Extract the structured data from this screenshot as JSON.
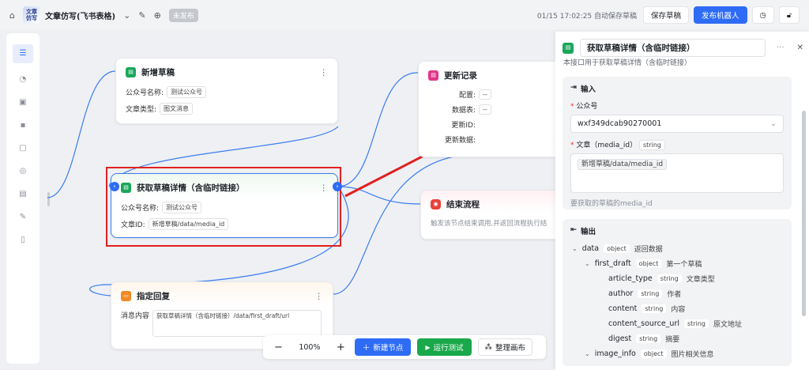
{
  "header": {
    "logo_text": "文章仿写",
    "title": "文章仿写(飞书表格)",
    "status_badge": "未发布",
    "autosave": "01/15 17:02:25 自动保存草稿",
    "save_label": "保存草稿",
    "publish_label": "发布机器人"
  },
  "sidebar": {
    "icons": [
      "database-icon",
      "chat-icon",
      "image-icon",
      "alert-icon",
      "card-icon",
      "message-icon",
      "chart-icon",
      "edit-icon",
      "doc-icon"
    ]
  },
  "nodes": {
    "add_draft": {
      "title": "新增草稿",
      "rows": [
        {
          "label": "公众号名称:",
          "value": "测试公众号"
        },
        {
          "label": "文章类型:",
          "value": "图文消息"
        }
      ]
    },
    "get_draft": {
      "title": "获取草稿详情（含临时链接）",
      "rows": [
        {
          "label": "公众号名称:",
          "value": "测试公众号"
        },
        {
          "label": "文章ID:",
          "value": "新增草稿/data/media_id"
        }
      ]
    },
    "reply": {
      "title": "指定回复",
      "label": "消息内容",
      "value": "获取草稿详情（含临时链接）/data/first_draft/url"
    },
    "update": {
      "title": "更新记录",
      "rows": [
        {
          "label": "配置:",
          "value": "--"
        },
        {
          "label": "数据表:",
          "value": "--"
        },
        {
          "label": "更新ID:",
          "value": ""
        },
        {
          "label": "更新数据:",
          "value": ""
        }
      ]
    },
    "end": {
      "title": "结束流程",
      "desc": "触发该节点结束调用,并返回流程执行结"
    }
  },
  "toolbar": {
    "zoom": "100%",
    "new_node": "新建节点",
    "run_test": "运行测试",
    "arrange": "整理画布"
  },
  "panel": {
    "title": "获取草稿详情（含临时链接）",
    "desc": "本接口用于获取草稿详情（含临时链接）",
    "input_title": "输入",
    "account_label": "公众号",
    "account_value": "wxf349dcab90270001",
    "article_label": "文章（media_id）",
    "article_type": "string",
    "article_value": "新增草稿/data/media_id",
    "article_hint": "要获取的草稿的media_id",
    "output_title": "输出",
    "outputs": [
      {
        "name": "data",
        "type": "object",
        "desc": "返回数据",
        "level": 0,
        "arrow": true
      },
      {
        "name": "first_draft",
        "type": "object",
        "desc": "第一个草稿",
        "level": 1,
        "arrow": true
      },
      {
        "name": "article_type",
        "type": "string",
        "desc": "文章类型",
        "level": 2
      },
      {
        "name": "author",
        "type": "string",
        "desc": "作者",
        "level": 2
      },
      {
        "name": "content",
        "type": "string",
        "desc": "内容",
        "level": 2
      },
      {
        "name": "content_source_url",
        "type": "string",
        "desc": "原文地址",
        "level": 2
      },
      {
        "name": "digest",
        "type": "string",
        "desc": "摘要",
        "level": 2
      },
      {
        "name": "image_info",
        "type": "object",
        "desc": "图片相关信息",
        "level": 1,
        "arrow": true
      }
    ]
  },
  "colors": {
    "accent": "#2e6cf6",
    "highlight": "#e02020",
    "run": "#19a84a"
  }
}
